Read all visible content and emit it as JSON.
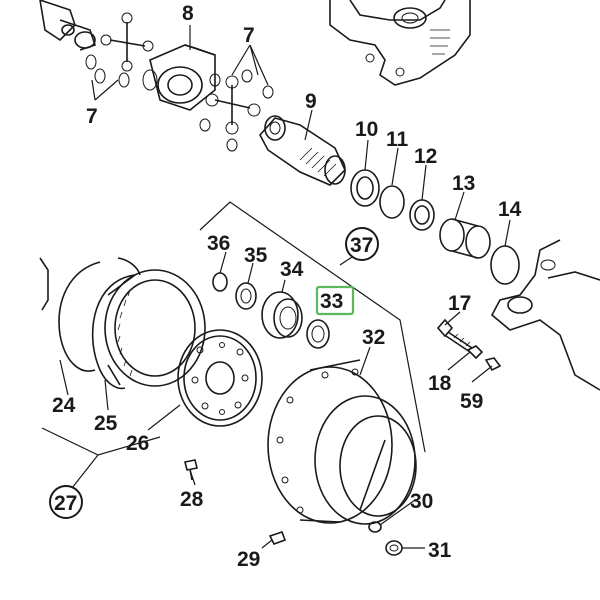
{
  "callouts": {
    "c7a": "7",
    "c7b": "7",
    "c8": "8",
    "c9": "9",
    "c10": "10",
    "c11": "11",
    "c12": "12",
    "c13": "13",
    "c14": "14",
    "c17": "17",
    "c18": "18",
    "c59": "59",
    "c24": "24",
    "c25": "25",
    "c26": "26",
    "c27": "27",
    "c28": "28",
    "c29": "29",
    "c30": "30",
    "c31": "31",
    "c32": "32",
    "c33": "33",
    "c34": "34",
    "c35": "35",
    "c36": "36",
    "c37": "37"
  },
  "highlight_color": "#5cb85c"
}
